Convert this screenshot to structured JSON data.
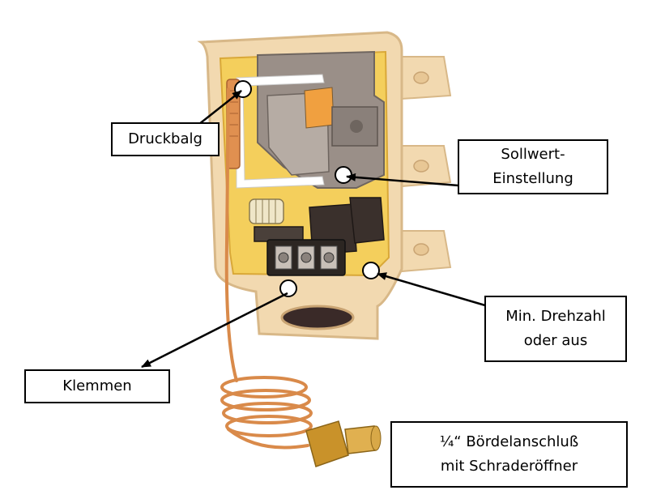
{
  "labels": {
    "druckbalg": "Druckbalg",
    "sollwert_line1": "Sollwert-",
    "sollwert_line2": "Einstellung",
    "drehzahl_line1": "Min. Drehzahl",
    "drehzahl_line2": "oder aus",
    "klemmen": "Klemmen",
    "anschluss_line1": "¼“ Bördelanschluß",
    "anschluss_line2": "mit Schraderöffner"
  },
  "colors": {
    "housing": "#f2d9b0",
    "housing_edge": "#d8b888",
    "board": "#f4cf5c",
    "mechanism": "#9a8f88",
    "dark_part": "#3a302c",
    "copper_tube": "#d98a4a",
    "brass_fitting": "#c9922a"
  }
}
